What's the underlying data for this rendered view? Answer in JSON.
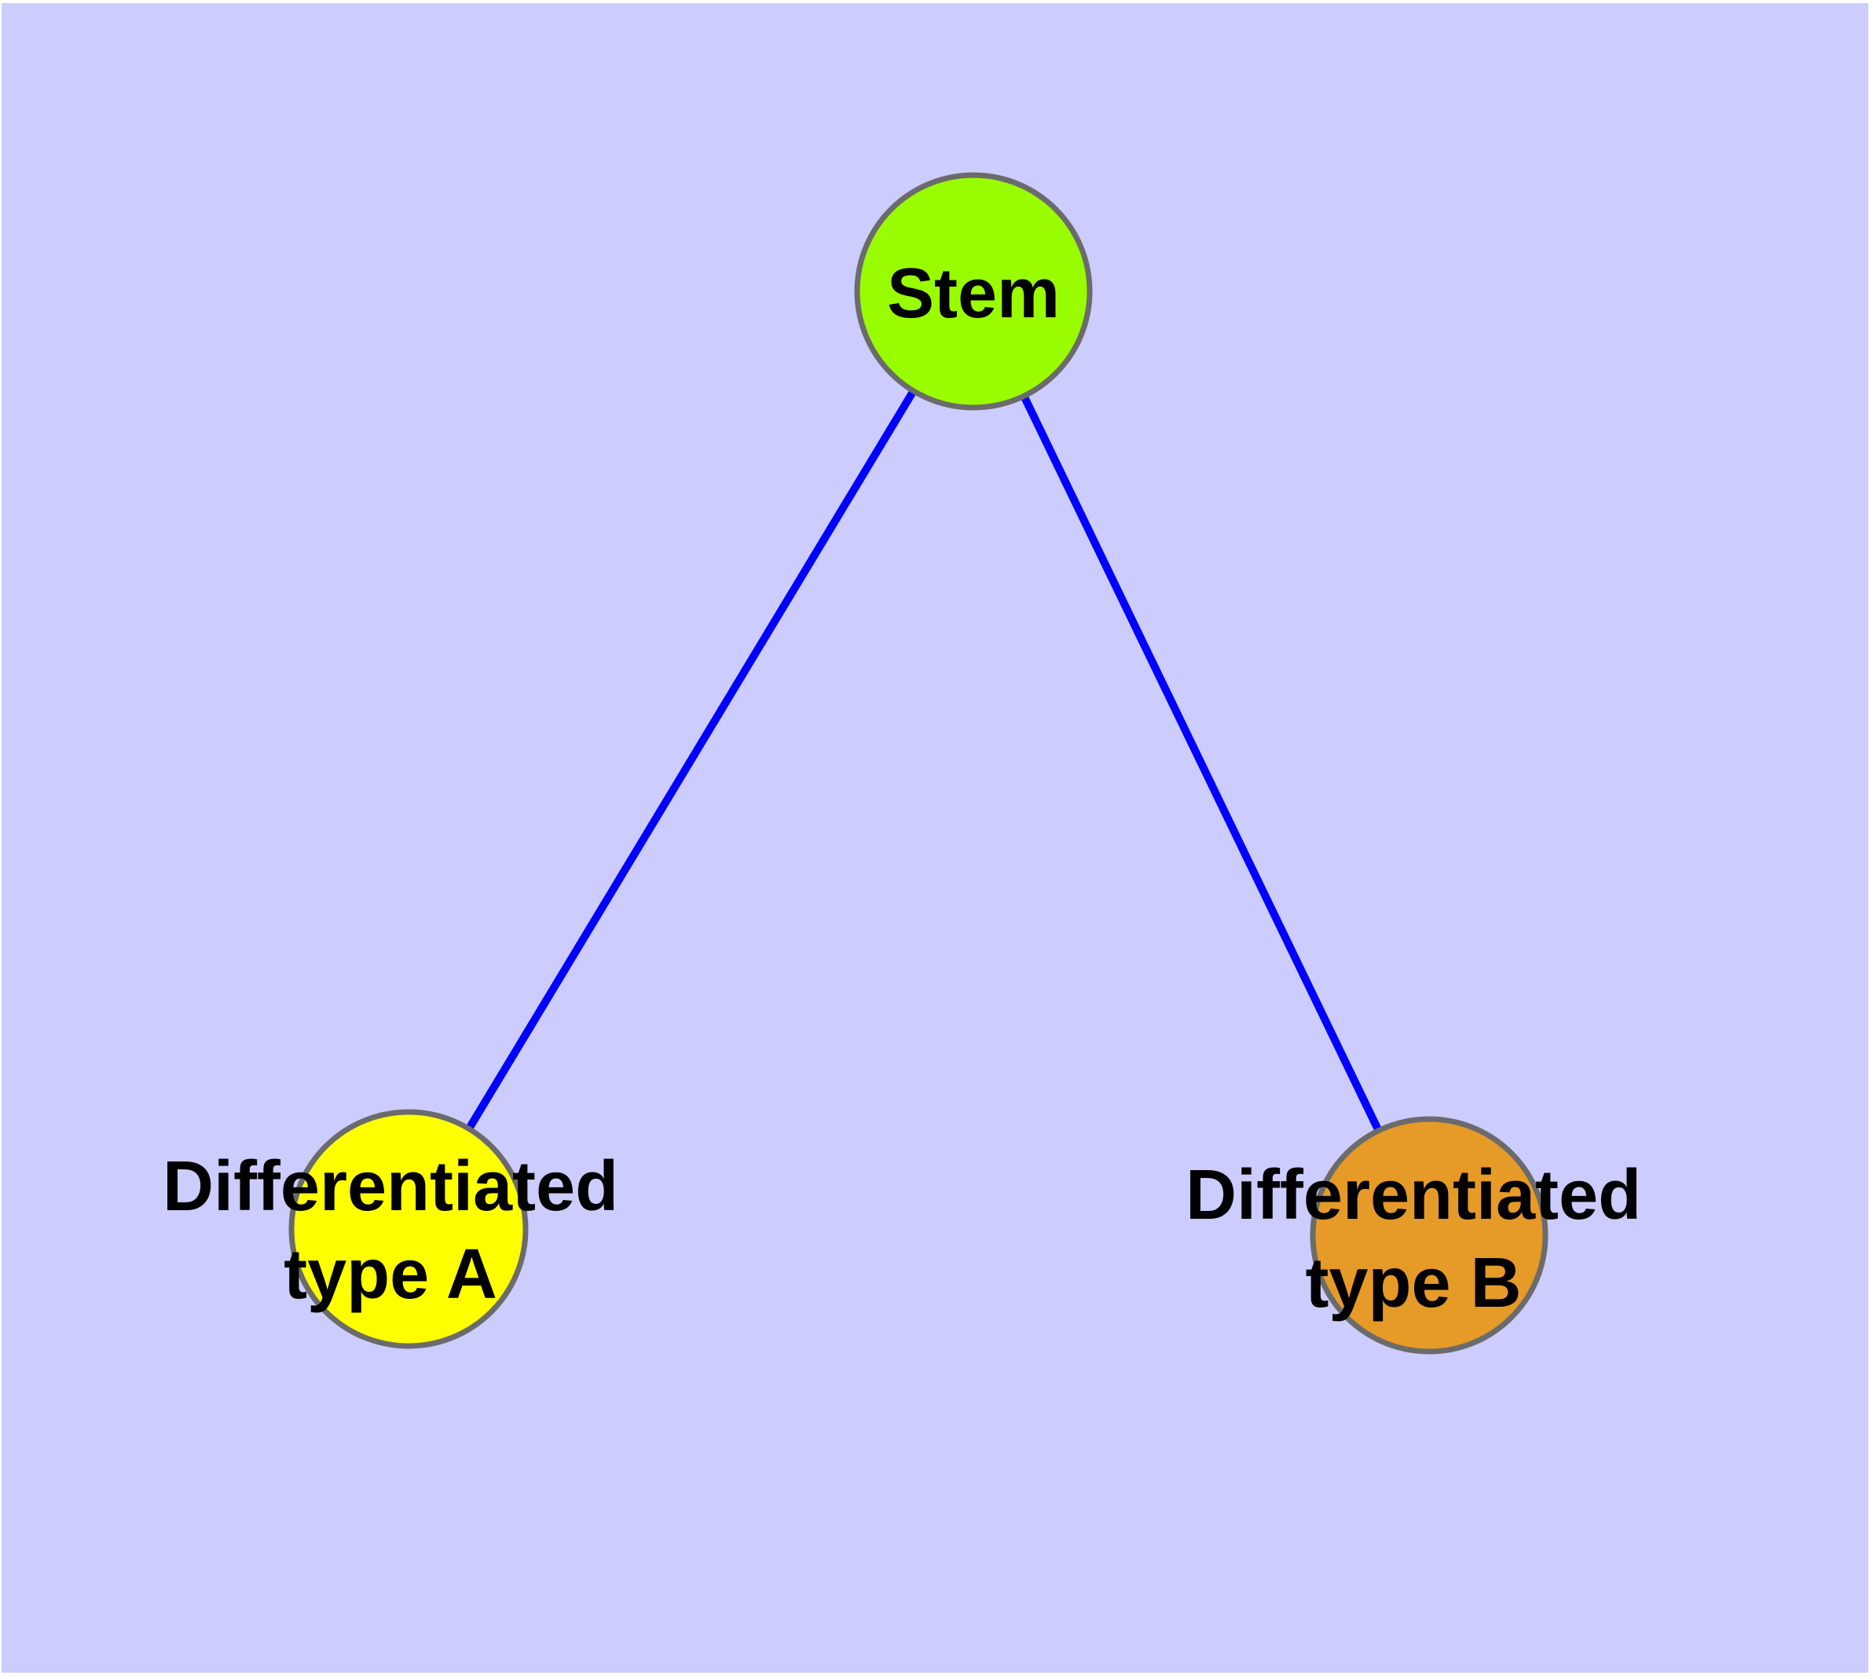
{
  "diagram": {
    "title": "",
    "colors": {
      "background": "#CCCCFF",
      "edge": "#0000FF",
      "node_border": "#6B6B6B",
      "label_text": "#000000"
    },
    "nodes": [
      {
        "id": "stem",
        "label": "Stem",
        "lines": [
          "Stem"
        ],
        "color": "#9AFC00"
      },
      {
        "id": "type-a",
        "label": "Differentiated type A",
        "lines": [
          "Differentiated",
          "type A"
        ],
        "color": "#FFFF00"
      },
      {
        "id": "type-b",
        "label": "Differentiated type B",
        "lines": [
          "Differentiated",
          "type B"
        ],
        "color": "#E69A28"
      }
    ],
    "edges": [
      {
        "from": "Stem",
        "to": "Differentiated type A"
      },
      {
        "from": "Stem",
        "to": "Differentiated type B"
      }
    ]
  }
}
